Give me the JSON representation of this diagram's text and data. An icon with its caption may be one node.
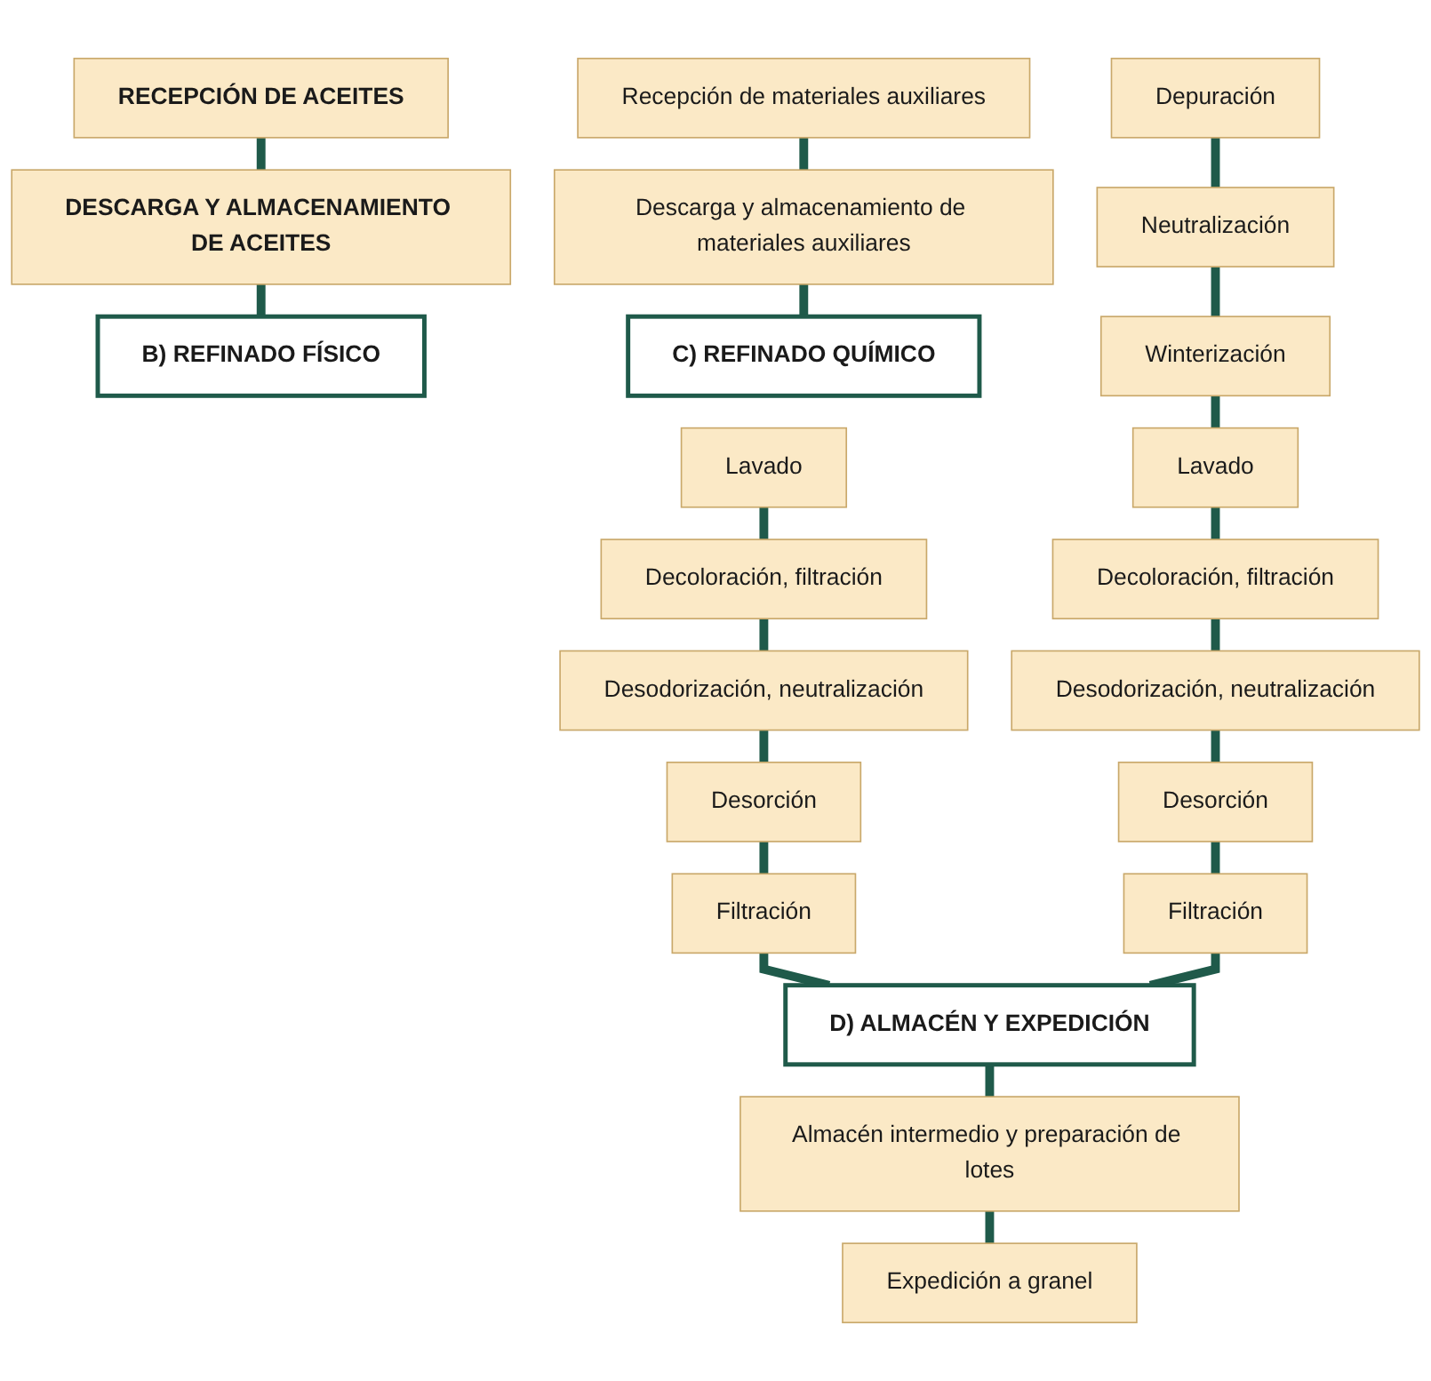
{
  "diagram": {
    "nodes": [
      {
        "text": [
          "RECEPCIÓN DE ACEITES"
        ]
      },
      {
        "text": [
          "DESCARGA Y ALMACENAMIENTO DE ACEITES"
        ]
      },
      {
        "text": [
          "B) REFINADO FÍSICO"
        ]
      },
      {
        "text": [
          "Lavado"
        ]
      },
      {
        "text": [
          "Decoloración, filtración"
        ]
      },
      {
        "text": [
          "Desodorización, neutralización"
        ]
      },
      {
        "text": [
          "Desorción"
        ]
      },
      {
        "text": [
          "Filtración"
        ]
      },
      {
        "text": [
          "Recepción de materiales auxiliares"
        ]
      },
      {
        "text": [
          "Descarga y almacenamiento de materiales auxiliares"
        ]
      },
      {
        "text": [
          "C) REFINADO QUÍMICO"
        ]
      },
      {
        "text": [
          "Depuración"
        ]
      },
      {
        "text": [
          "Neutralización"
        ]
      },
      {
        "text": [
          "Winterización"
        ]
      },
      {
        "text": [
          "Lavado"
        ]
      },
      {
        "text": [
          "Decoloración, filtración"
        ]
      },
      {
        "text": [
          "Desodorización, neutralización"
        ]
      },
      {
        "text": [
          "Desorción"
        ]
      },
      {
        "text": [
          "Filtración"
        ]
      },
      {
        "text": [
          "D) ALMACÉN Y EXPEDICIÓN"
        ]
      },
      {
        "text": [
          "Almacén intermedio y preparación de lotes"
        ]
      },
      {
        "text": [
          "Expedición a granel"
        ]
      }
    ],
    "edges": [
      {
        "from": 0,
        "to": 1,
        "arrow": "none"
      },
      {
        "from": 1,
        "to": 2,
        "arrow": "none"
      },
      {
        "from": 3,
        "to": 4,
        "arrow": "none"
      },
      {
        "from": 4,
        "to": 5,
        "arrow": "none"
      },
      {
        "from": 5,
        "to": 6,
        "arrow": "none"
      },
      {
        "from": 6,
        "to": 7,
        "arrow": "none"
      },
      {
        "from": 7,
        "to": 19,
        "arrow": "none"
      },
      {
        "from": 8,
        "to": 9,
        "arrow": "none"
      },
      {
        "from": 9,
        "to": 10,
        "arrow": "none"
      },
      {
        "from": 11,
        "to": 12,
        "arrow": "none"
      },
      {
        "from": 12,
        "to": 13,
        "arrow": "none"
      },
      {
        "from": 13,
        "to": 14,
        "arrow": "none"
      },
      {
        "from": 14,
        "to": 15,
        "arrow": "none"
      },
      {
        "from": 15,
        "to": 16,
        "arrow": "none"
      },
      {
        "from": 16,
        "to": 17,
        "arrow": "none"
      },
      {
        "from": 17,
        "to": 18,
        "arrow": "none"
      },
      {
        "from": 18,
        "to": 19,
        "arrow": "none"
      },
      {
        "from": 19,
        "to": 20,
        "arrow": "none"
      },
      {
        "from": 20,
        "to": 21,
        "arrow": "none"
      }
    ]
  }
}
